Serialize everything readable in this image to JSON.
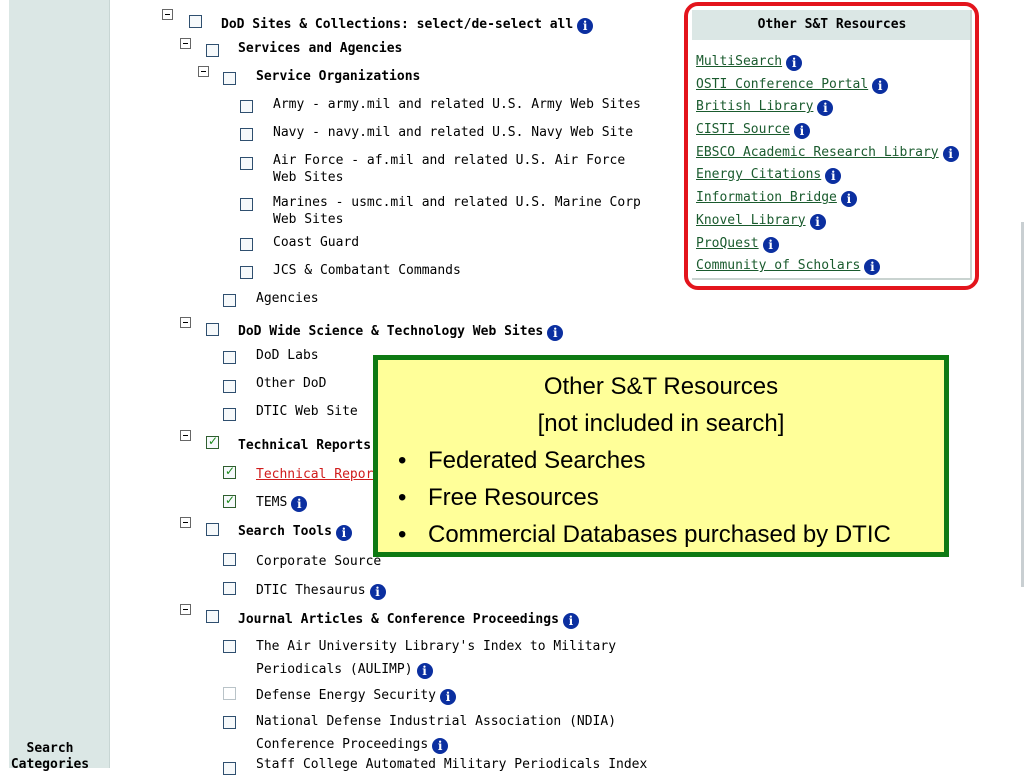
{
  "left_panel": {
    "label": "Search Categories"
  },
  "tree": {
    "root": {
      "label": "DoD Sites & Collections: select/de-select all"
    },
    "services": {
      "label": "Services and Agencies"
    },
    "service_orgs": {
      "label": "Service Organizations"
    },
    "army": {
      "label": "Army - army.mil and related U.S. Army Web Sites"
    },
    "navy": {
      "label": "Navy - navy.mil and related U.S. Navy Web Site"
    },
    "airforce": {
      "label": "Air Force - af.mil and related U.S. Air Force Web Sites"
    },
    "marines": {
      "label": "Marines - usmc.mil and related U.S. Marine Corp Web Sites"
    },
    "coast_guard": {
      "label": "Coast Guard"
    },
    "jcs": {
      "label": "JCS & Combatant Commands"
    },
    "agencies": {
      "label": "Agencies"
    },
    "dod_wide": {
      "label": "DoD Wide Science & Technology Web Sites"
    },
    "dod_labs": {
      "label": "DoD Labs"
    },
    "other_dod": {
      "label": "Other DoD"
    },
    "dtic_web": {
      "label": "DTIC Web Site"
    },
    "tech_reports": {
      "label": "Technical Reports"
    },
    "tech_reports_link": {
      "label": "Technical Reports"
    },
    "tems": {
      "label": "TEMS"
    },
    "search_tools": {
      "label": "Search Tools"
    },
    "corporate_source": {
      "label": "Corporate Source"
    },
    "thesaurus": {
      "label": "DTIC Thesaurus"
    },
    "journal": {
      "label": "Journal Articles & Conference Proceedings"
    },
    "aulimp": {
      "label": "The Air University Library's Index to Military Periodicals (AULIMP)"
    },
    "energy_security": {
      "label": "Defense Energy Security"
    },
    "ndia": {
      "label": "National Defense Industrial Association (NDIA) Conference Proceedings"
    },
    "staff_college": {
      "label": "Staff College Automated Military Periodicals Index"
    }
  },
  "resources": {
    "title": "Other S&T Resources",
    "items": [
      {
        "label": "MultiSearch"
      },
      {
        "label": "OSTI Conference Portal"
      },
      {
        "label": "British Library"
      },
      {
        "label": "CISTI Source"
      },
      {
        "label": "EBSCO Academic Research Library"
      },
      {
        "label": "Energy Citations"
      },
      {
        "label": "Information Bridge"
      },
      {
        "label": "Knovel Library"
      },
      {
        "label": "ProQuest"
      },
      {
        "label": "Community of Scholars"
      }
    ]
  },
  "callout": {
    "title": "Other S&T Resources",
    "subtitle": "[not included in search]",
    "bullet_char": "•",
    "bullets": [
      "Federated Searches",
      "Free Resources",
      "Commercial Databases purchased by DTIC"
    ]
  },
  "icons": {
    "info": "info-icon",
    "info_glyph": "i"
  },
  "colors": {
    "highlight_border": "#e3141c",
    "callout_border": "#0e7a13",
    "callout_bg": "#ffff99",
    "panel_bg": "#dbe7e5"
  }
}
